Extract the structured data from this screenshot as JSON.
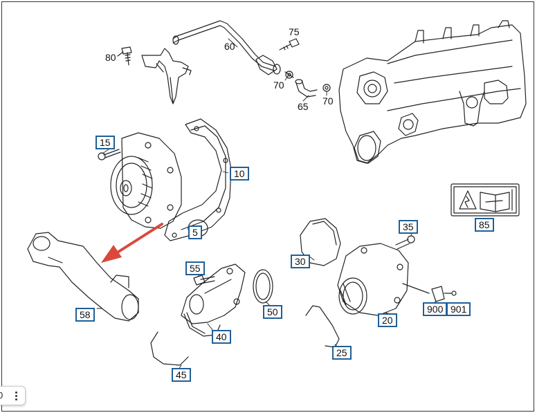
{
  "callouts": [
    {
      "id": "80",
      "text": "80",
      "boxed": false
    },
    {
      "id": "60",
      "text": "60",
      "boxed": false
    },
    {
      "id": "75",
      "text": "75",
      "boxed": false
    },
    {
      "id": "70a",
      "text": "70",
      "boxed": false
    },
    {
      "id": "65",
      "text": "65",
      "boxed": false
    },
    {
      "id": "70b",
      "text": "70",
      "boxed": false
    },
    {
      "id": "15",
      "text": "15",
      "boxed": true
    },
    {
      "id": "10",
      "text": "10",
      "boxed": true
    },
    {
      "id": "5",
      "text": "5",
      "boxed": true
    },
    {
      "id": "85",
      "text": "85",
      "boxed": true
    },
    {
      "id": "35",
      "text": "35",
      "boxed": true
    },
    {
      "id": "30",
      "text": "30",
      "boxed": true
    },
    {
      "id": "55",
      "text": "55",
      "boxed": true
    },
    {
      "id": "50",
      "text": "50",
      "boxed": true
    },
    {
      "id": "58",
      "text": "58",
      "boxed": true
    },
    {
      "id": "40",
      "text": "40",
      "boxed": true
    },
    {
      "id": "20",
      "text": "20",
      "boxed": true
    },
    {
      "id": "900",
      "text": "900",
      "boxed": true
    },
    {
      "id": "901",
      "text": "901",
      "boxed": true
    },
    {
      "id": "25",
      "text": "25",
      "boxed": true
    },
    {
      "id": "45",
      "text": "45",
      "boxed": true
    }
  ],
  "corner_menu": {
    "label": "0"
  },
  "colors": {
    "callout_border": "#1f5f97",
    "arrow": "#d9493b",
    "line": "#222222"
  }
}
